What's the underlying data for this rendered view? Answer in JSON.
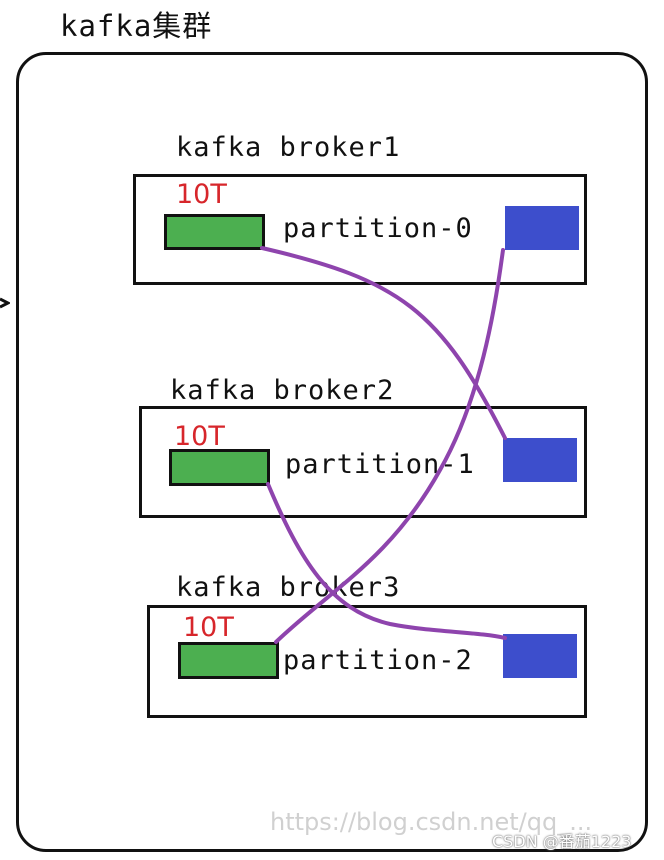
{
  "cluster": {
    "title": "kafka集群"
  },
  "brokers": [
    {
      "title": "kafka broker1",
      "capacity": "10T",
      "partition": "partition-0"
    },
    {
      "title": "kafka broker2",
      "capacity": "10T",
      "partition": "partition-1"
    },
    {
      "title": "kafka broker3",
      "capacity": "10T",
      "partition": "partition-2"
    }
  ],
  "colors": {
    "leader_partition": "#4caf50",
    "follower_partition": "#3d4ecc",
    "replica_link": "#8e44ad",
    "capacity_text": "#d7262b"
  },
  "watermark": {
    "url": "https://blog.csdn.net/qq_...",
    "credit": "CSDN @番茄1223"
  }
}
